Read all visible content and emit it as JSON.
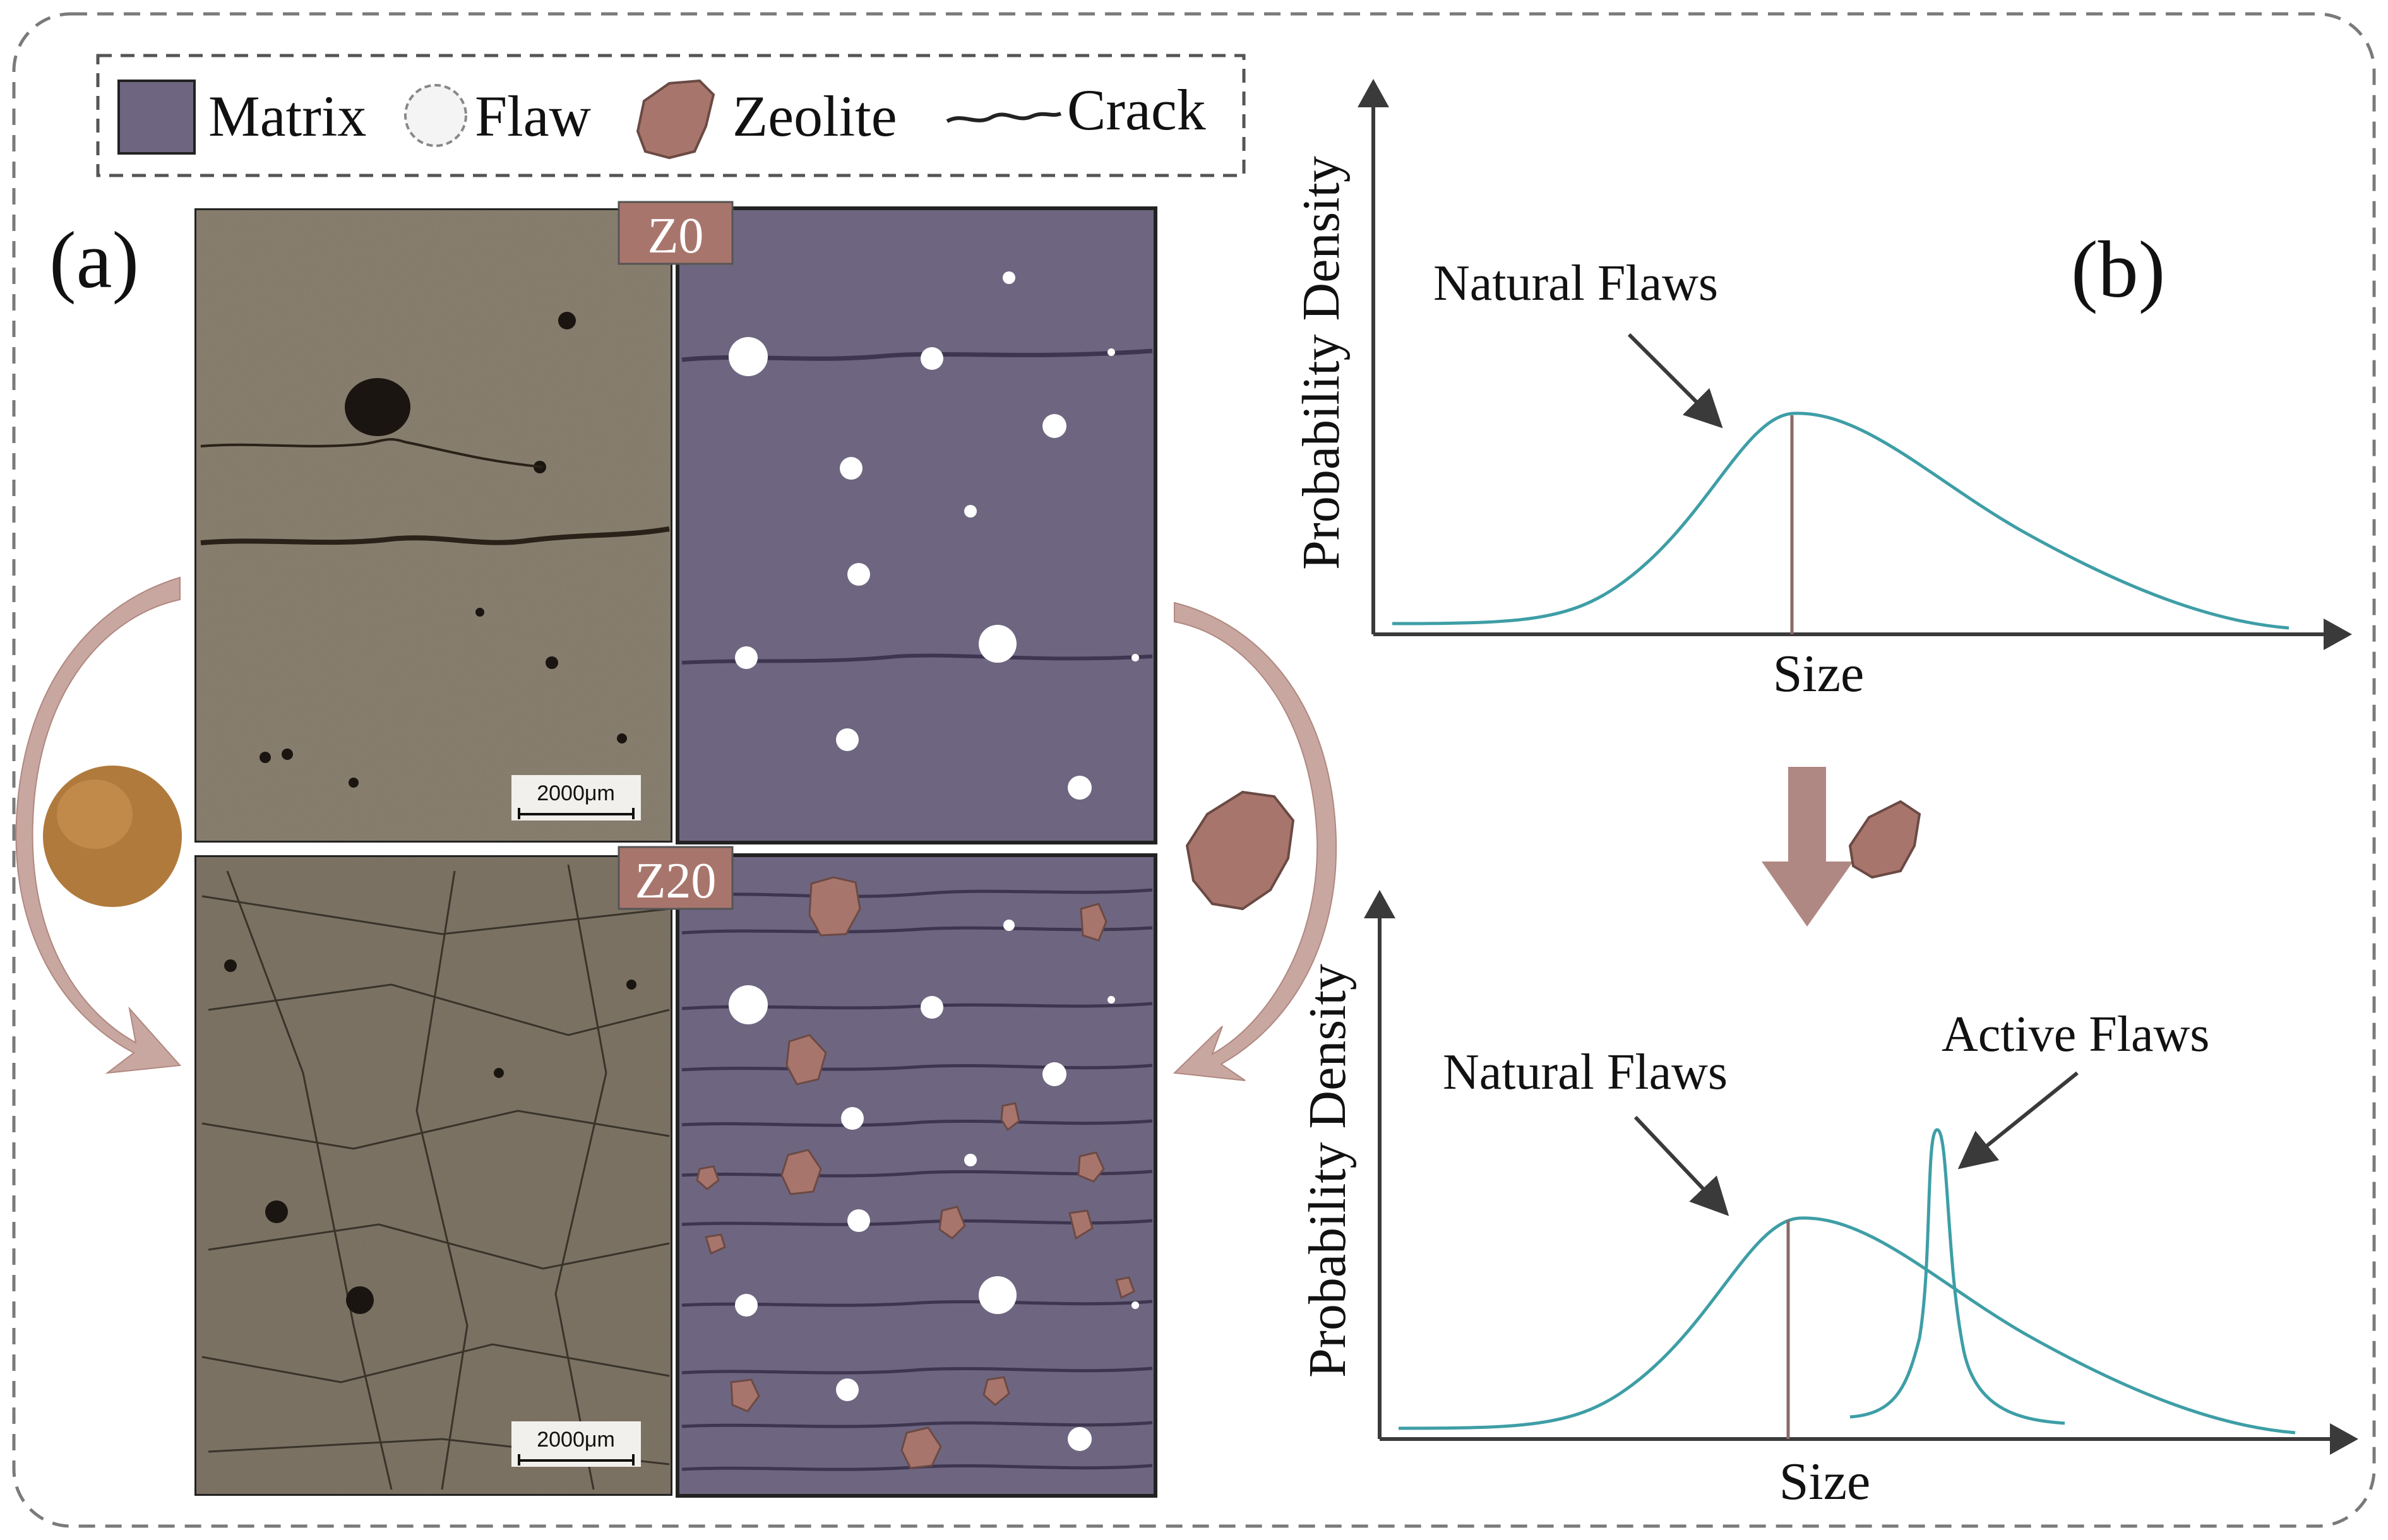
{
  "legend": {
    "matrix_label": "Matrix",
    "flaw_label": "Flaw",
    "zeolite_label": "Zeolite",
    "crack_label": "Crack"
  },
  "panel_a": {
    "label": "(a)",
    "top_sample_tag": "Z0",
    "bottom_sample_tag": "Z20",
    "scale_bar_top": "2000μm",
    "scale_bar_bottom": "2000μm"
  },
  "panel_b": {
    "label": "(b)",
    "top_plot": {
      "ylabel": "Probability Density",
      "xlabel": "Size",
      "annotation": "Natural Flaws"
    },
    "bottom_plot": {
      "ylabel": "Probability Density",
      "xlabel": "Size",
      "annotation_natural": "Natural Flaws",
      "annotation_active": "Active Flaws"
    }
  },
  "colors": {
    "matrix": "#6e6680",
    "flaw": "#ffffff",
    "zeolite": "#a8756c",
    "crack": "#3e3650",
    "curve": "#3e9ea6",
    "tag_bg": "#a8756c",
    "arrow": "#c9a7a1",
    "photo": "#8c8272"
  }
}
